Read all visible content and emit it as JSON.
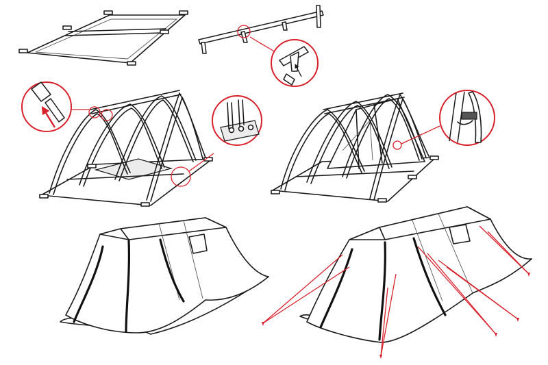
{
  "colors": {
    "accent": "#d8202b",
    "line": "#1a1a1a",
    "background": "#ffffff"
  },
  "steps": [
    {
      "id": "floor-layout"
    },
    {
      "id": "pole-connection"
    },
    {
      "id": "frame-assembly"
    },
    {
      "id": "inner-tent-hanging"
    },
    {
      "id": "outer-fly-covering"
    },
    {
      "id": "guy-line-tensioning"
    }
  ],
  "callouts": [
    {
      "id": "pole-joint-detail"
    },
    {
      "id": "pole-insert-detail"
    },
    {
      "id": "pin-base-detail"
    },
    {
      "id": "clip-hook-detail"
    }
  ]
}
